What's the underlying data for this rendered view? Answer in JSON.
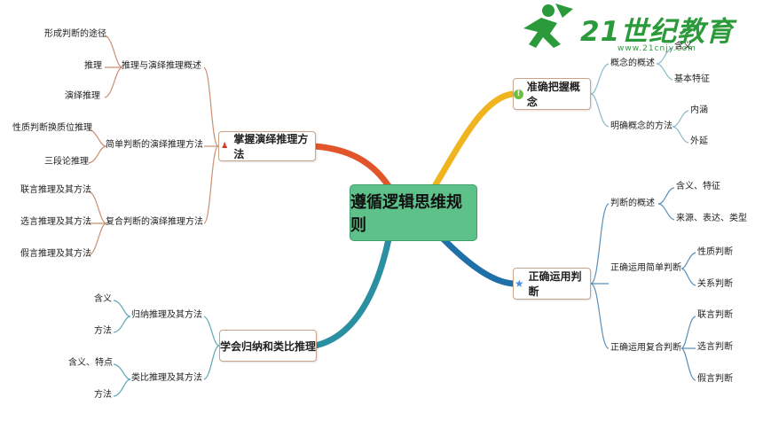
{
  "center_title": "遵循逻辑思维规则",
  "logo": {
    "text": "21世纪教育",
    "url": "www.21cnjy.com"
  },
  "branches": {
    "top_left": {
      "label": "掌握演绎推理方法",
      "icon": "person-icon",
      "color": "#e2552b",
      "children": [
        {
          "label": "推理与演绎推理概述",
          "leaves": [
            "形成判断的途径",
            "推理",
            "演绎推理"
          ]
        },
        {
          "label": "简单判断的演绎推理方法",
          "leaves": [
            "性质判断换质位推理",
            "三段论推理"
          ]
        },
        {
          "label": "复合判断的演绎推理方法",
          "leaves": [
            "联言推理及其方法",
            "选言推理及其方法",
            "假言推理及其方法"
          ]
        }
      ]
    },
    "bottom_left": {
      "label": "学会归纳和类比推理",
      "color": "#2a8fa0",
      "children": [
        {
          "label": "归纳推理及其方法",
          "leaves": [
            "含义",
            "方法"
          ]
        },
        {
          "label": "类比推理及其方法",
          "leaves": [
            "含义、特点",
            "方法"
          ]
        }
      ]
    },
    "top_right": {
      "label": "准确把握概念",
      "icon": "info-icon",
      "color": "#f0b41e",
      "children": [
        {
          "label": "概念的概述",
          "leaves": [
            "含义",
            "基本特征"
          ]
        },
        {
          "label": "明确概念的方法",
          "leaves": [
            "内涵",
            "外延"
          ]
        }
      ]
    },
    "bottom_right": {
      "label": "正确运用判断",
      "icon": "star-icon",
      "color": "#1f6fa8",
      "children": [
        {
          "label": "判断的概述",
          "leaves": [
            "含义、特征",
            "来源、表达、类型"
          ]
        },
        {
          "label": "正确运用简单判断",
          "leaves": [
            "性质判断",
            "关系判断"
          ]
        },
        {
          "label": "正确运用复合判断",
          "leaves": [
            "联言判断",
            "选言判断",
            "假言判断"
          ]
        }
      ]
    }
  }
}
